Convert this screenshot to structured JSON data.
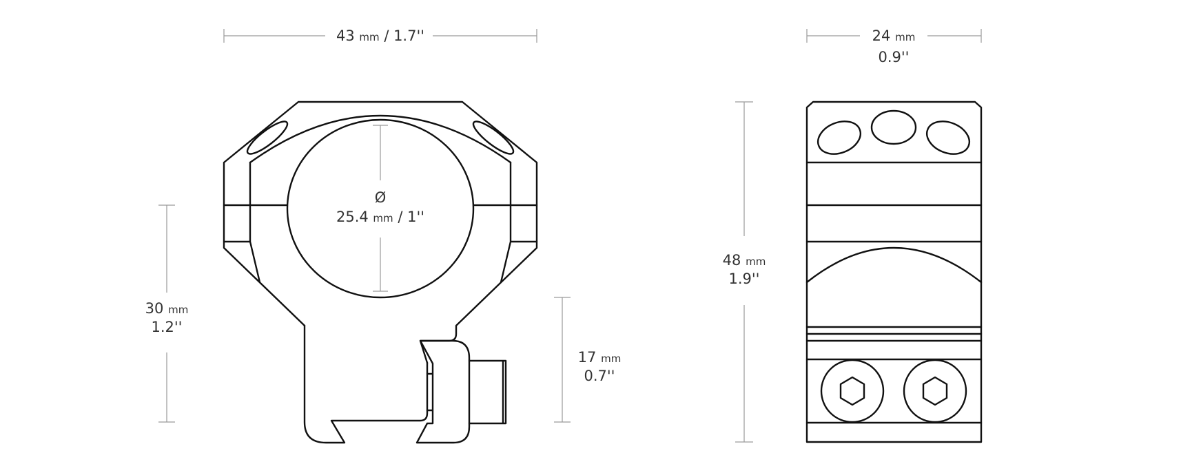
{
  "front_view": {
    "width_dim": {
      "value": "43",
      "unit": "mm",
      "imperial": "/ 1.7''"
    },
    "bore_dim": {
      "symbol": "Ø",
      "value": "25.4",
      "unit": "mm",
      "imperial": "/ 1''"
    },
    "height_dim": {
      "value": "30",
      "unit": "mm",
      "imperial": "1.2''"
    },
    "base_dim": {
      "value": "17",
      "unit": "mm",
      "imperial": "0.7''"
    }
  },
  "side_view": {
    "width_dim": {
      "value": "24",
      "unit": "mm",
      "imperial": "0.9''"
    },
    "height_dim": {
      "value": "48",
      "unit": "mm",
      "imperial": "1.9''"
    }
  }
}
